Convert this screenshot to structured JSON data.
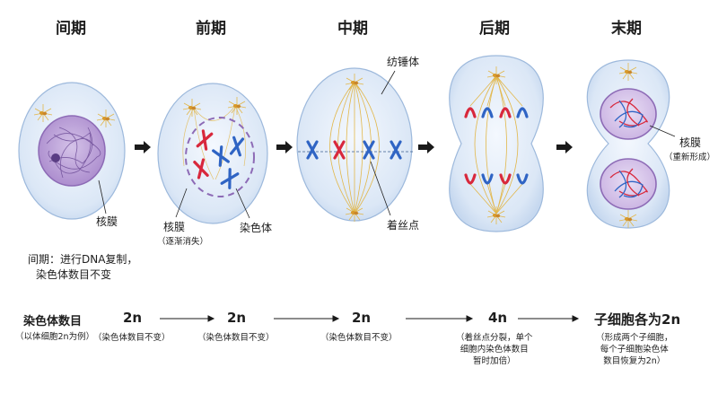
{
  "stages": [
    {
      "title": "间期",
      "count": "",
      "note": ""
    },
    {
      "title": "前期",
      "count": "2n",
      "note": "（染色体数目不变）"
    },
    {
      "title": "中期",
      "count": "2n",
      "note": "（染色体数目不变）"
    },
    {
      "title": "后期",
      "count": "4n",
      "note": "（着丝点分裂，单个\n细胞内染色体数目\n暂时加倍）"
    },
    {
      "title": "末期",
      "count": "子细胞各为2n",
      "note": "（形成两个子细胞，\n每个子细胞染色体\n数目恢复为2n）"
    }
  ],
  "labels": {
    "interphase_membrane": "核膜",
    "interphase_note_1": "间期：进行DNA复制，",
    "interphase_note_2": "染色体数目不变",
    "prophase_membrane": "核膜",
    "prophase_membrane_sub": "（逐渐消失）",
    "prophase_chromosome": "染色体",
    "metaphase_spindle": "纺锤体",
    "metaphase_centromere": "着丝点",
    "telophase_membrane": "核膜",
    "telophase_membrane_sub": "（重新形成）"
  },
  "count_row": {
    "title": "染色体数目",
    "subtitle": "（以体细胞2n为例）",
    "interphase_count": "2n",
    "interphase_note": "（染色体数目不变）"
  },
  "colors": {
    "cell_fill": "#dde9f7",
    "cell_stroke": "#8fb0d6",
    "nucleus": "#b89ad4",
    "chromosome_red": "#d8283c",
    "chromosome_blue": "#2f64c4",
    "spindle": "#e2b74a",
    "text": "#1e1e1e"
  },
  "icons": [
    "arrow-right-icon"
  ]
}
